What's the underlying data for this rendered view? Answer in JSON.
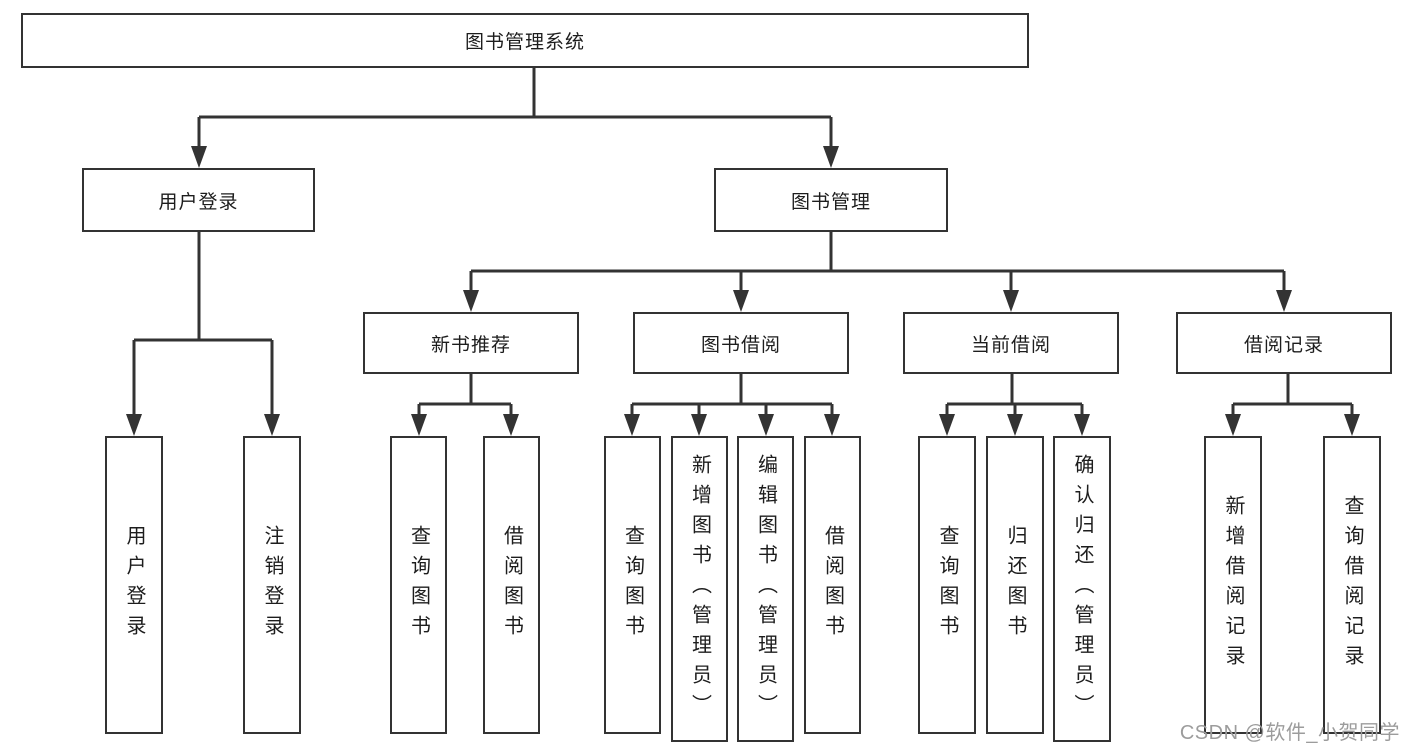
{
  "diagram": {
    "root": {
      "label": "图书管理系统"
    },
    "level1": [
      {
        "label": "用户登录"
      },
      {
        "label": "图书管理"
      }
    ],
    "level2": [
      {
        "label": "新书推荐"
      },
      {
        "label": "图书借阅"
      },
      {
        "label": "当前借阅"
      },
      {
        "label": "借阅记录"
      }
    ],
    "leaves": {
      "user_login": [
        {
          "label": "用户登录"
        },
        {
          "label": "注销登录"
        }
      ],
      "new_book": [
        {
          "label": "查询图书"
        },
        {
          "label": "借阅图书"
        }
      ],
      "borrow": [
        {
          "label": "查询图书"
        },
        {
          "label": "新增图书（管理员）"
        },
        {
          "label": "编辑图书（管理员）"
        },
        {
          "label": "借阅图书"
        }
      ],
      "current": [
        {
          "label": "查询图书"
        },
        {
          "label": "归还图书"
        },
        {
          "label": "确认归还（管理员）"
        }
      ],
      "records": [
        {
          "label": "新增借阅记录"
        },
        {
          "label": "查询借阅记录"
        }
      ]
    }
  },
  "watermark": {
    "text": "CSDN @软件_小贺同学"
  },
  "colors": {
    "line": "#333333",
    "text": "#1d1d1d",
    "watermark": "#9c9c9c",
    "background": "#ffffff"
  }
}
